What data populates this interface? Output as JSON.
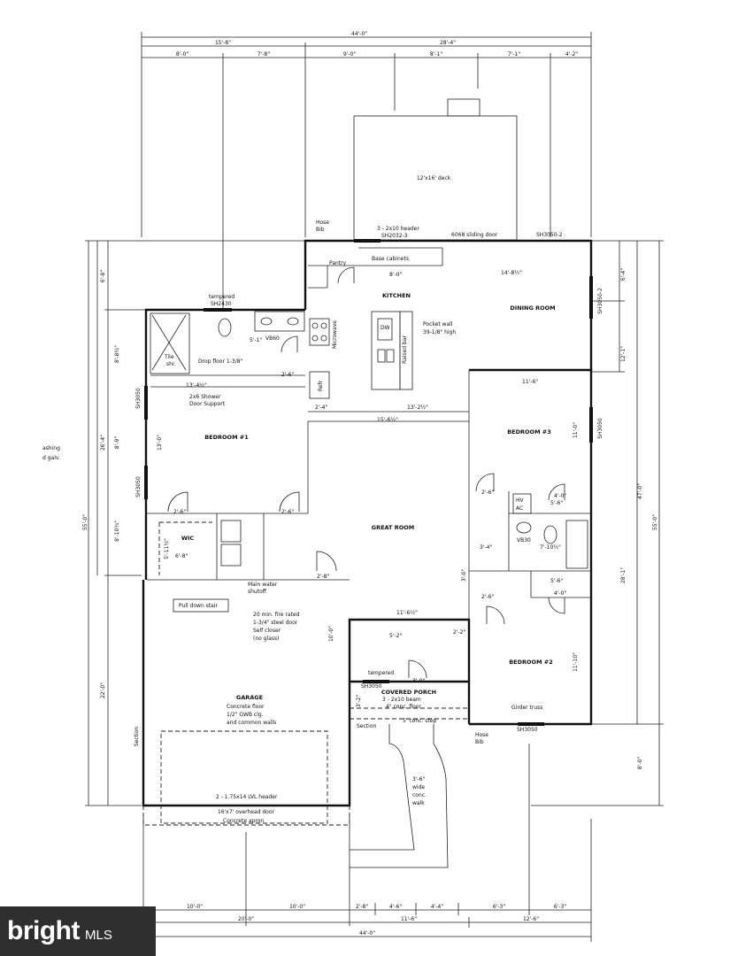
{
  "watermark": {
    "brand": "bright",
    "suffix": "MLS"
  },
  "dims_top": [
    "44'-0\"",
    "15'-8\"",
    "28'-4\"",
    "8'-0\"",
    "7'-8\"",
    "9'-0\"",
    "8'-1\"",
    "7'-1\"",
    "4'-2\""
  ],
  "dims_bottom": [
    "10'-0\"",
    "10'-0\"",
    "2'-8\"",
    "4'-6\"",
    "4'-4\"",
    "6'-3\"",
    "6'-3\"",
    "20'-0\"",
    "11'-6\"",
    "12'-6\"",
    "44'-0\""
  ],
  "dims_left": [
    "6'-8\"",
    "8'-8½\"",
    "26'-4\"",
    "8'-9\"",
    "8'-10¾\"",
    "55'-0\"",
    "22'-0\""
  ],
  "dims_right": [
    "6'-4\"",
    "12'-1\"",
    "47'-0\"",
    "55'-0\"",
    "28'-1\"",
    "8'-0\""
  ],
  "left_note": [
    "ashing",
    "d galv."
  ],
  "rooms": {
    "deck": "12'x16' deck",
    "kitchen": "KITCHEN",
    "dining": "DINING ROOM",
    "bedroom1": "BEDROOM #1",
    "bedroom2": "BEDROOM #2",
    "bedroom3": "BEDROOM #3",
    "great": "GREAT ROOM",
    "garage": "GARAGE",
    "porch": "COVERED PORCH",
    "wic": "WIC",
    "pantry": "Pantry"
  },
  "labels": {
    "hose_bib_top": [
      "Hose",
      "Bib"
    ],
    "header_top": "3 - 2x10 header",
    "sh2032": "SH2032-3",
    "slider": "6068 sliding door",
    "sh3050_top": "SH3050-2",
    "base_cab": "Base cabinets",
    "kitchen_dim1": "8'-0\"",
    "kitchen_dim2": "14'-8½\"",
    "tempered_top": "tempered",
    "sh2430": "SH2430",
    "vb60": "VB60",
    "bath_dim": "5'-1\"",
    "tile": "Tile",
    "shr": "shr.",
    "drop_floor": "Drop floor 1-3/8\"",
    "shower_support": [
      "2x6 Shower",
      "Door Support"
    ],
    "bath_w": "13'-4½\"",
    "pocket_wall": [
      "Pocket wall",
      "39-1/8\" high"
    ],
    "raised_bar": "Raised bar",
    "dw": "DW",
    "microwave": "Microwave",
    "frig": "Refr",
    "k_w1": "2'-4\"",
    "k_w2": "13'-2½\"",
    "k_w3": "15'-6½\"",
    "br3_w": "11'-6\"",
    "br3_h": "11'-0\"",
    "br1_h": "13'-0\"",
    "hvac": [
      "HV",
      "AC"
    ],
    "vb30": "VB30",
    "bath2_w": "7'-10½\"",
    "d36": "3'-4\"",
    "d40a": "4'-0\"",
    "d56": "5'-6\"",
    "d40b": "4'-0\"",
    "d56b": "5'-6\"",
    "wic_dim": "6'-8\"",
    "wic_dim2": "5'-11½\"",
    "d26": "2'-6\"",
    "d28": "2'-8\"",
    "d30": "3'-0\"",
    "water": [
      "Main water",
      "shutoff"
    ],
    "pull_stair": "Pull down stair",
    "fire_door": [
      "20 min. fire rated",
      "1-3/4\" steel door",
      "Self closer",
      "(no glass)"
    ],
    "great_w": "11'-6½\"",
    "porch_w": "5'-2\"",
    "porch_h": "10'-0\"",
    "tempered_bot": "tempered",
    "sh3050_porch": "SH3050",
    "porch_beam": [
      "3 - 2x10 beam",
      "4\" conc. floor"
    ],
    "girder": "Girder truss",
    "br2_h": "11'-10\"",
    "garage_notes": [
      "Concrete floor",
      "1/2\" GWB clg.",
      "and common walls"
    ],
    "section": "Section",
    "conc_step": "5' conc. step",
    "hose_bib_bot": [
      "Hose",
      "Bib"
    ],
    "sh3050_bot": "SH3050",
    "walk": [
      "3'-6\"",
      "wide",
      "conc.",
      "walk"
    ],
    "lvl_header": "2 - 1.75x14 LVL header",
    "ohd": "16'x7' overhead door",
    "apron": "Concrete apron",
    "sh3050_left1": "SH3050",
    "sh3050_left2": "SH3050",
    "sh3050_r1": "SH3050-2",
    "sh3050_r2": "SH3050",
    "dim_22": "2'-2\"",
    "dim_32": "3'-2\""
  }
}
